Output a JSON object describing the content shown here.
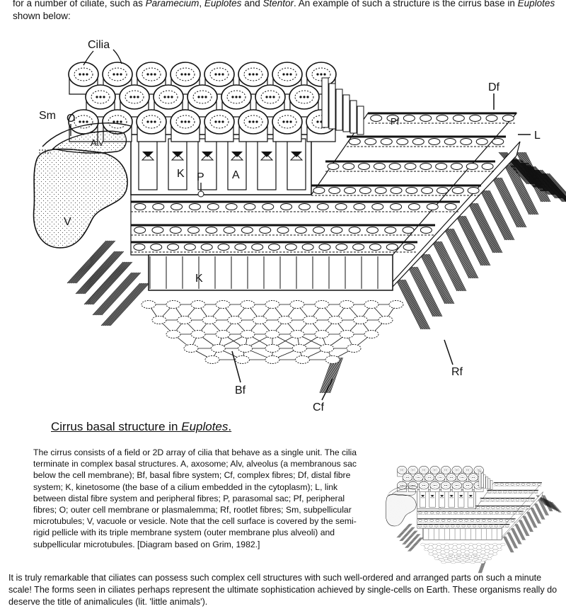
{
  "intro": {
    "t1": "for a number of ciliate, such as ",
    "paramecium": "Paramecium",
    "t2": ", ",
    "euplotes1": "Euplotes",
    "t3": " and ",
    "stentor": "Stentor",
    "t4": ". An example of such a structure is the cirrus base in ",
    "euplotes2": "Euplotes",
    "t5": " shown below:"
  },
  "diagram": {
    "labels": {
      "cilia": "Cilia",
      "df": "Df",
      "sm": "Sm",
      "o": "O",
      "alv": "Alv",
      "pf": "Pf",
      "l": "L",
      "k_top": "K",
      "p": "P",
      "a": "A",
      "v": "V",
      "k_front": "K",
      "bf": "Bf",
      "cf": "Cf",
      "rf": "Rf"
    }
  },
  "caption": {
    "prefix": "Cirrus basal structure in ",
    "genus": "Euplotes",
    "suffix": "."
  },
  "legend": {
    "text": "The cirrus consists of a field or 2D array of cilia that behave as a single unit. The cilia terminate in complex basal structures. A, axosome; Alv, alveolus (a membranous sac below the cell membrane); Bf, basal fibre system; Cf, complex fibres; Df, distal fibre system; K, kinetosome (the base of a cilium embedded in the cytoplasm); L, link between distal fibre system and peripheral fibres; P, parasomal sac; Pf, peripheral fibres; O; outer cell membrane or plasmalemma; Rf, rootlet fibres; Sm, subpellicular microtubules; V, vacuole or vesicle. Note that the cell surface is covered by the semi-rigid pellicle with its triple membrane system (outer membrane plus alveoli) and subpellicular microtubules. [Diagram based on Grim, 1982.]"
  },
  "outro": {
    "text": "It is truly remarkable that ciliates can possess such complex cell structures with such well-ordered and arranged parts on such a minute scale! The forms seen in ciliates perhaps represent the ultimate sophistication achieved by single-cells on Earth. These organisms really do deserve the title of animalicules (lit. 'little animals')."
  }
}
